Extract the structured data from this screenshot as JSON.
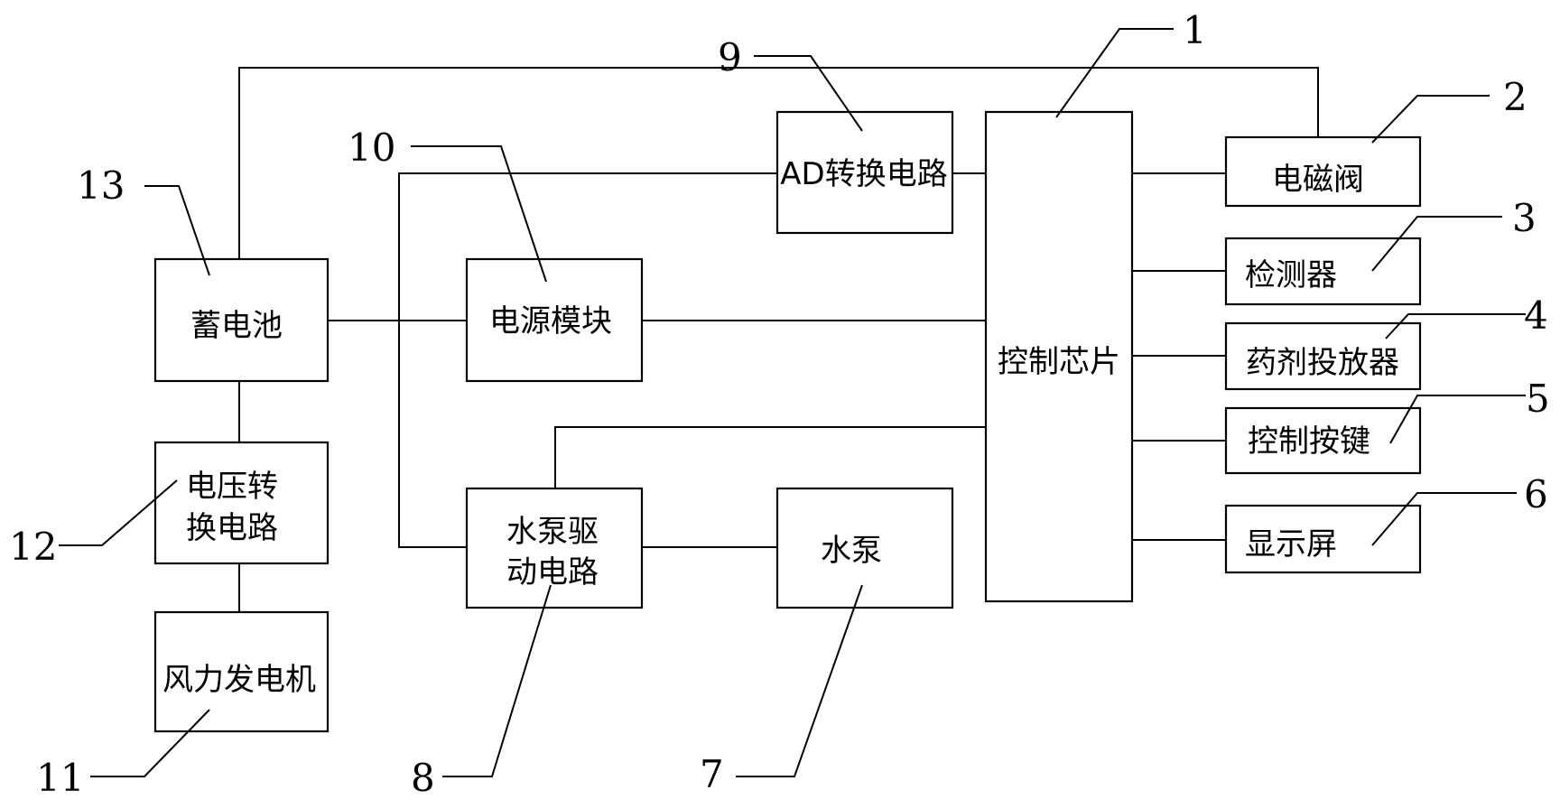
{
  "blocks": {
    "control_chip": "控制芯片",
    "solenoid_valve": "电磁阀",
    "detector": "检测器",
    "chemical_dispenser": "药剂投放器",
    "control_keys": "控制按键",
    "display": "显示屏",
    "water_pump": "水泵",
    "pump_driver_line1": "水泵驱",
    "pump_driver_line2": "动电路",
    "ad_converter": "AD转换电路",
    "power_module": "电源模块",
    "wind_generator": "风力发电机",
    "voltage_converter_line1": "电压转",
    "voltage_converter_line2": "换电路",
    "battery": "蓄电池"
  },
  "refs": {
    "control_chip": "1",
    "solenoid_valve": "2",
    "detector": "3",
    "chemical_dispenser": "4",
    "control_keys": "5",
    "display": "6",
    "water_pump": "7",
    "pump_driver": "8",
    "ad_converter": "9",
    "power_module": "10",
    "wind_generator": "11",
    "voltage_converter": "12",
    "battery": "13"
  }
}
